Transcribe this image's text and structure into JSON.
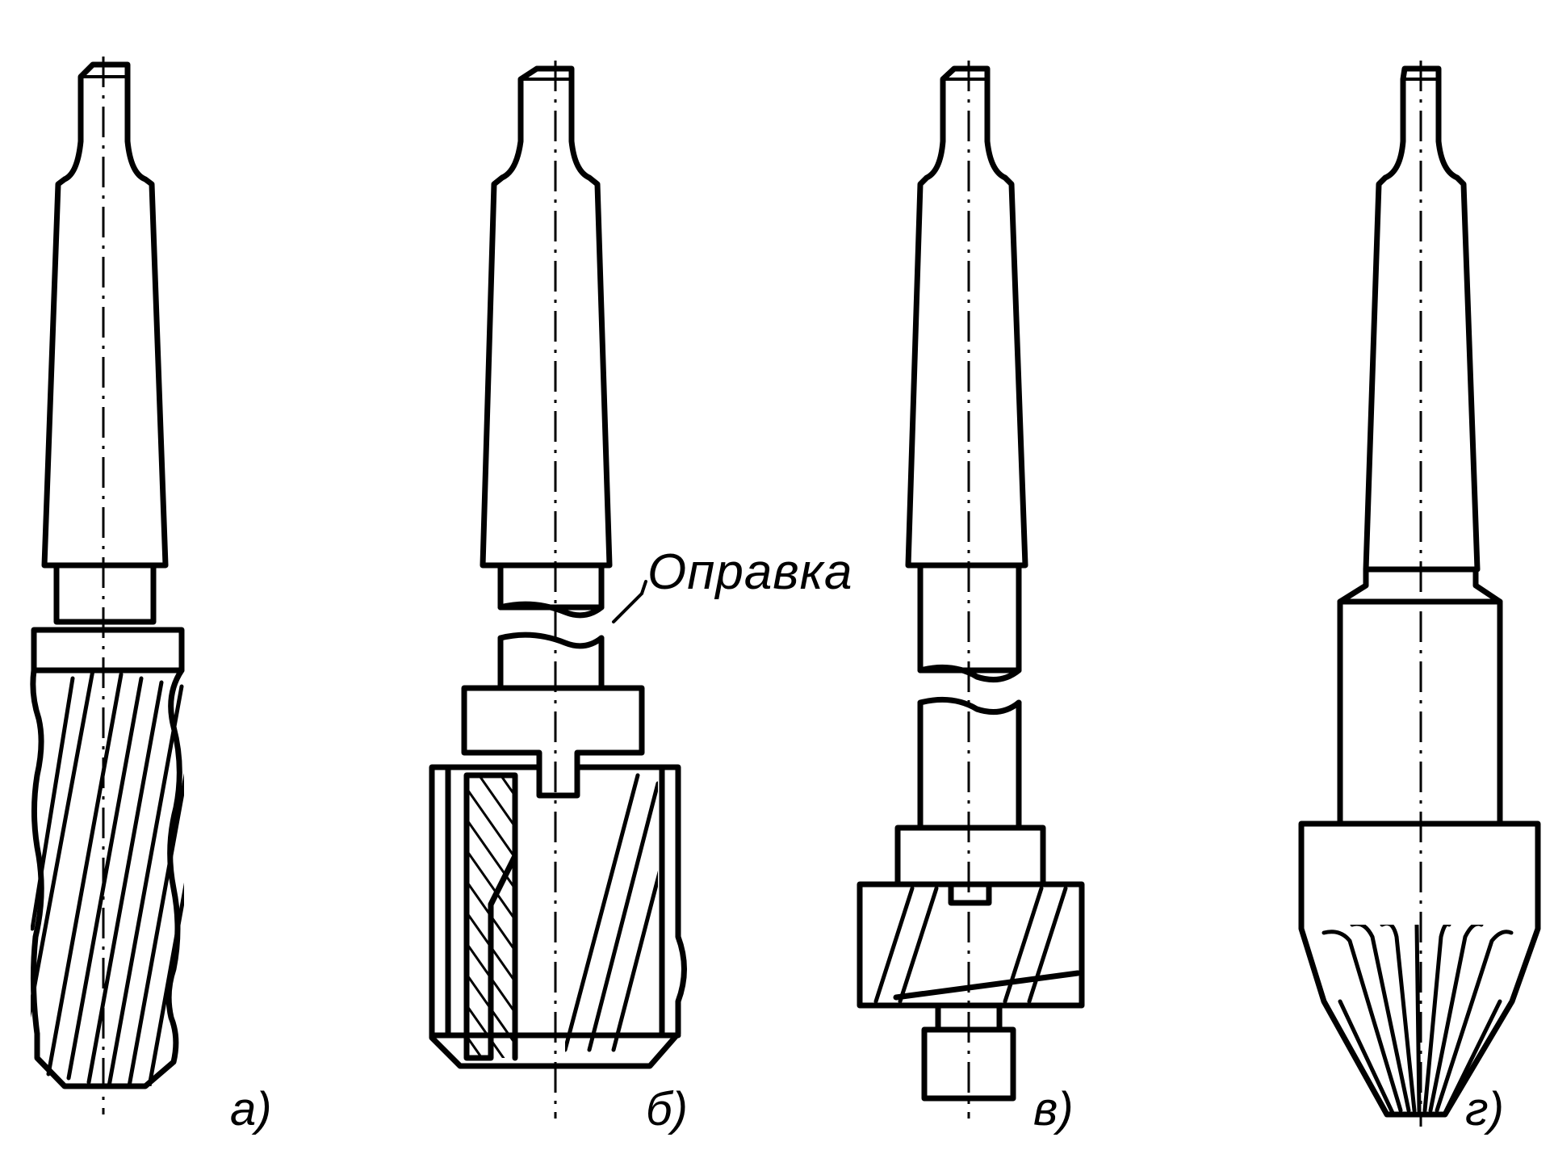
{
  "figure": {
    "panels": [
      {
        "id": "a",
        "label": "а)"
      },
      {
        "id": "b",
        "label": "б)"
      },
      {
        "id": "c",
        "label": "в)"
      },
      {
        "id": "d",
        "label": "г)"
      }
    ],
    "callout": "Оправка"
  }
}
